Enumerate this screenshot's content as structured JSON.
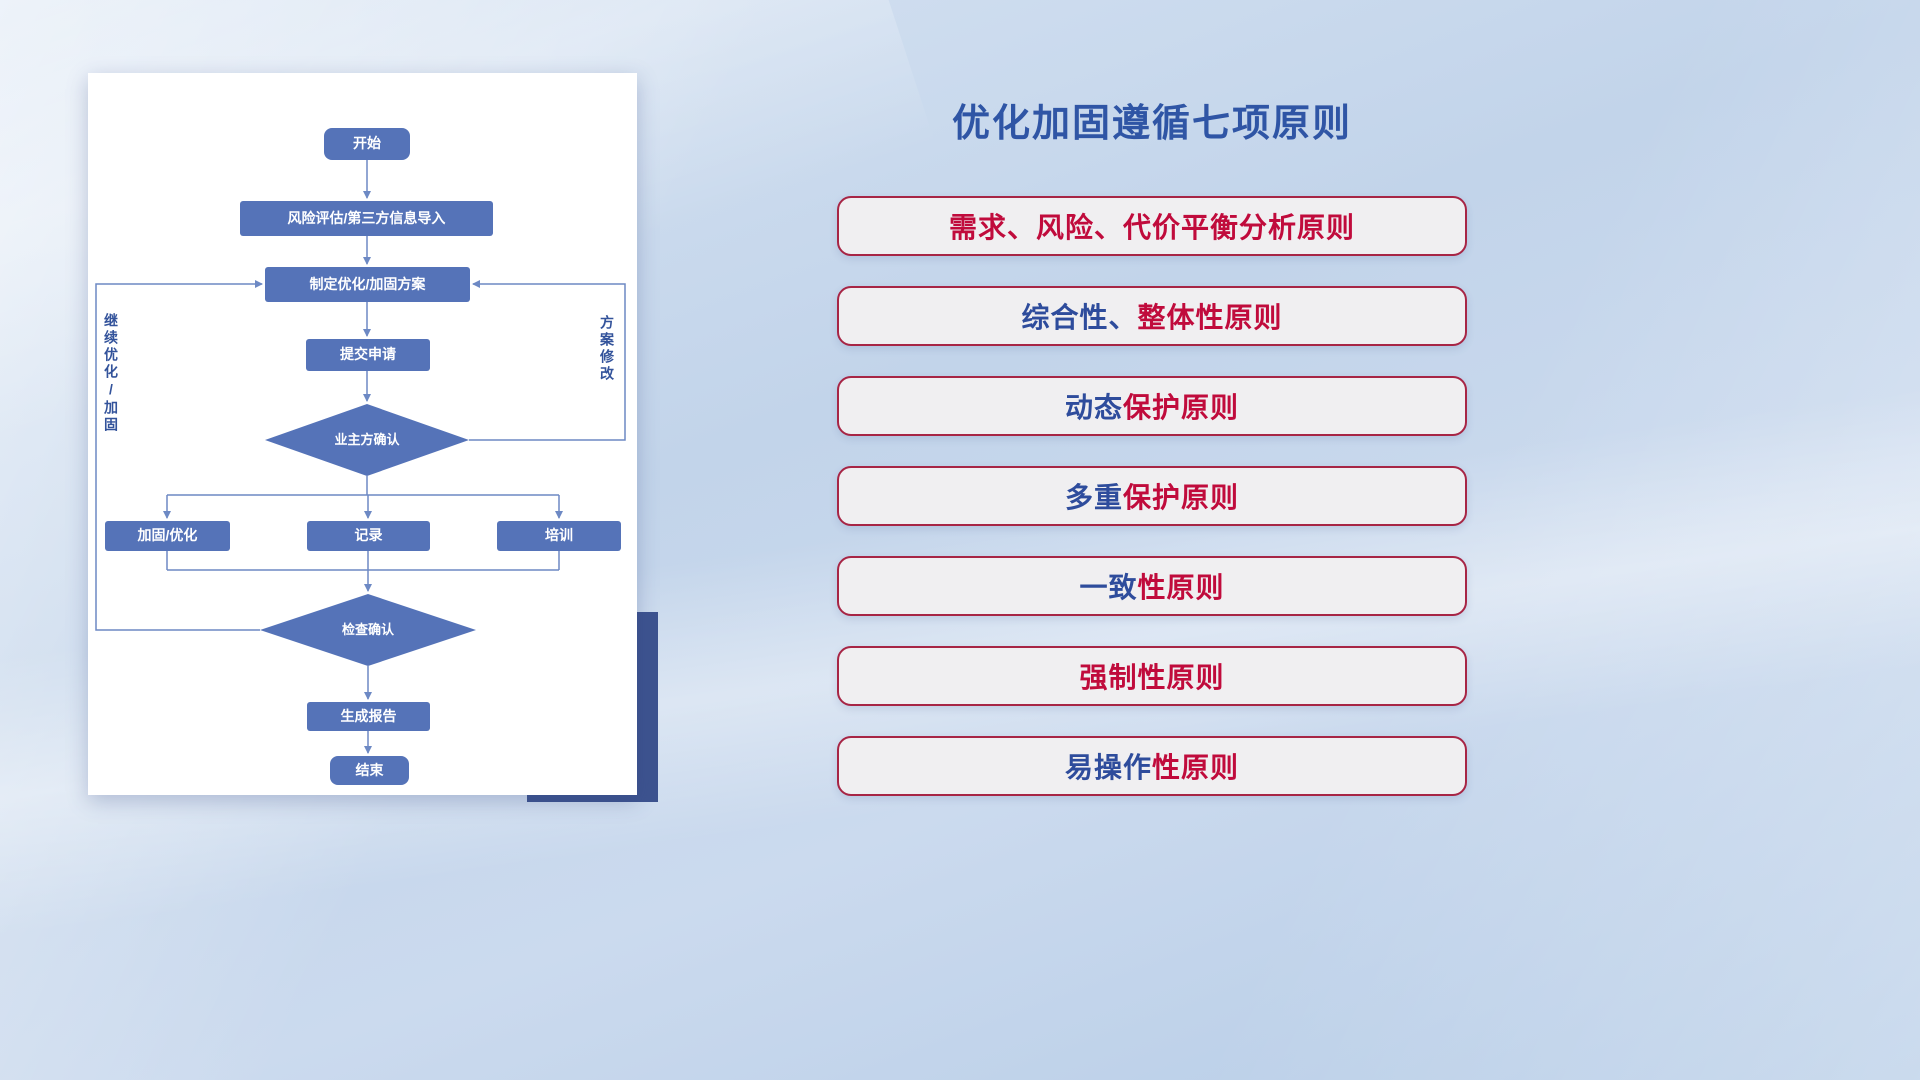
{
  "title": "优化加固遵循七项原则",
  "flowchart": {
    "nodes": {
      "start": "开始",
      "risk": "风险评估/第三方信息导入",
      "plan": "制定优化/加固方案",
      "submit": "提交申请",
      "owner_confirm": "业主方确认",
      "reinforce": "加固/优化",
      "record": "记录",
      "training": "培训",
      "check_confirm": "检查确认",
      "report": "生成报告",
      "end": "结束"
    },
    "labels": {
      "left_loop": "继续优化/加固",
      "right_loop": "方案修改"
    }
  },
  "principles": {
    "items": [
      {
        "segments": [
          {
            "text": "需求、风险、代价平衡分析原则",
            "color": "#c00b3c"
          }
        ]
      },
      {
        "segments": [
          {
            "text": "综合性、",
            "color": "#2e4c9c"
          },
          {
            "text": "整体性原则",
            "color": "#c00b3c"
          }
        ]
      },
      {
        "segments": [
          {
            "text": "动态",
            "color": "#2e4c9c"
          },
          {
            "text": "保护原则",
            "color": "#c00b3c"
          }
        ]
      },
      {
        "segments": [
          {
            "text": "多重",
            "color": "#2e4c9c"
          },
          {
            "text": "保护原则",
            "color": "#c00b3c"
          }
        ]
      },
      {
        "segments": [
          {
            "text": "一致",
            "color": "#2e4c9c"
          },
          {
            "text": "性原则",
            "color": "#c00b3c"
          }
        ]
      },
      {
        "segments": [
          {
            "text": "强制性原则",
            "color": "#c00b3c"
          }
        ]
      },
      {
        "segments": [
          {
            "text": "易操作",
            "color": "#2e4c9c"
          },
          {
            "text": "性原则",
            "color": "#c00b3c"
          }
        ]
      }
    ]
  },
  "colors": {
    "title_blue": "#2f55a5",
    "principle_red": "#c00b3c",
    "principle_blue": "#2e4c9c",
    "node_blue": "#5573b8",
    "accent_navy": "#3d538f",
    "connector_blue": "#6d89c4"
  }
}
